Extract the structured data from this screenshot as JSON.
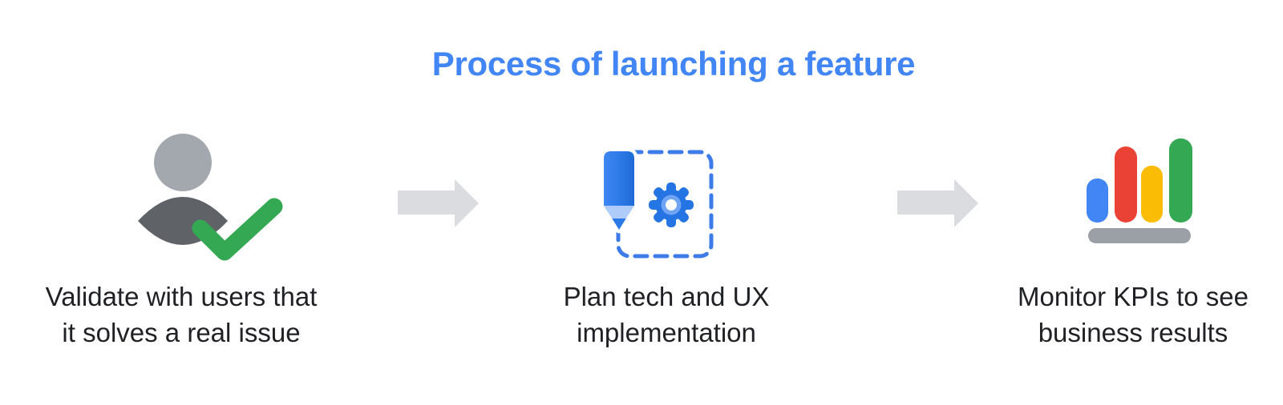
{
  "title": "Process of launching a feature",
  "palette": {
    "title_blue": "#4285F4",
    "text_dark": "#202124",
    "arrow_gray": "#DADCE0",
    "person_head_gray": "#A3A8AE",
    "person_body_gray": "#5F6368",
    "check_green": "#34A853",
    "pencil_blue": "#2B79E7",
    "pencil_wood_blue": "#AECBFA",
    "gear_blue": "#2574E4",
    "dashed_box_blue": "#3D7CE8",
    "bar_blue": "#4285F4",
    "bar_red": "#EA4335",
    "bar_yellow": "#FBBC05",
    "bar_green": "#34A853",
    "chart_base_gray": "#9AA0A6"
  },
  "steps": [
    {
      "icon": "user-check-icon",
      "line1": "Validate with users that",
      "line2": "it solves a real issue"
    },
    {
      "icon": "pencil-gear-icon",
      "line1": "Plan tech and UX",
      "line2": "implementation"
    },
    {
      "icon": "bar-chart-icon",
      "line1": "Monitor KPIs to see",
      "line2": "business results"
    }
  ]
}
